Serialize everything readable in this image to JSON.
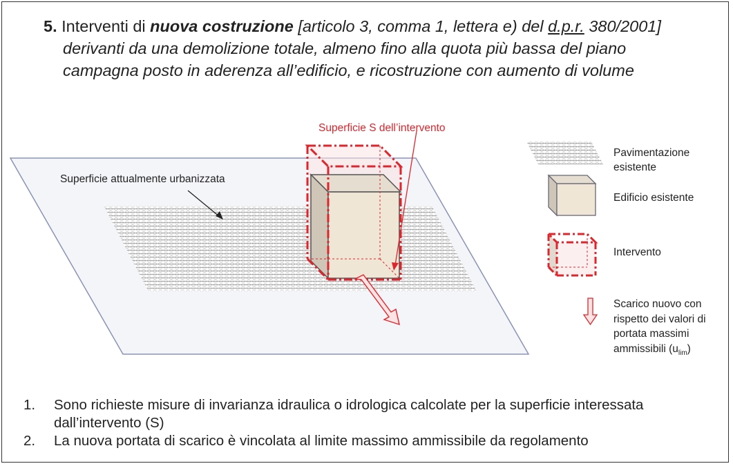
{
  "title": {
    "number": "5.",
    "part1": "Interventi di",
    "bold_italic": "nuova costruzione",
    "bracket_open": "[articolo 3, comma 1, lettera e) del",
    "dpr": "d.p.r.",
    "bracket_close": "380/2001]",
    "line2": "derivanti da una demolizione totale, almeno fino alla quota più bassa del piano",
    "line3": "campagna posto in aderenza all’edificio, e ricostruzione con aumento di volume"
  },
  "diagram": {
    "label_surface_s": "Superficie S dell’intervento",
    "label_urbanized": "Superficie attualmente urbanizzata"
  },
  "legend": [
    {
      "icon": "hatch-pavement-icon",
      "label": "Pavimentazione esistente"
    },
    {
      "icon": "existing-building-icon",
      "label": "Edificio esistente"
    },
    {
      "icon": "intervention-box-icon",
      "label": "Intervento"
    },
    {
      "icon": "discharge-arrow-icon",
      "label_main": "Scarico nuovo con rispetto dei valori di portata massimi ammissibili (u",
      "label_sub": "lim",
      "label_end": ")"
    }
  ],
  "list": [
    {
      "number": "1.",
      "text": "Sono richieste misure di invarianza idraulica o idrologica calcolate per la superficie interessata dall’intervento (S)"
    },
    {
      "number": "2.",
      "text": "La nuova portata di scarico è vincolata al limite massimo ammissibile da regolamento"
    }
  ],
  "colors": {
    "red": "#e0242b",
    "plane_fill": "#f3f4f8",
    "plane_stroke": "#8a93b5",
    "building_front": "#efe6d6",
    "building_side": "#cfc6b8",
    "building_top": "#e4ddd0"
  }
}
